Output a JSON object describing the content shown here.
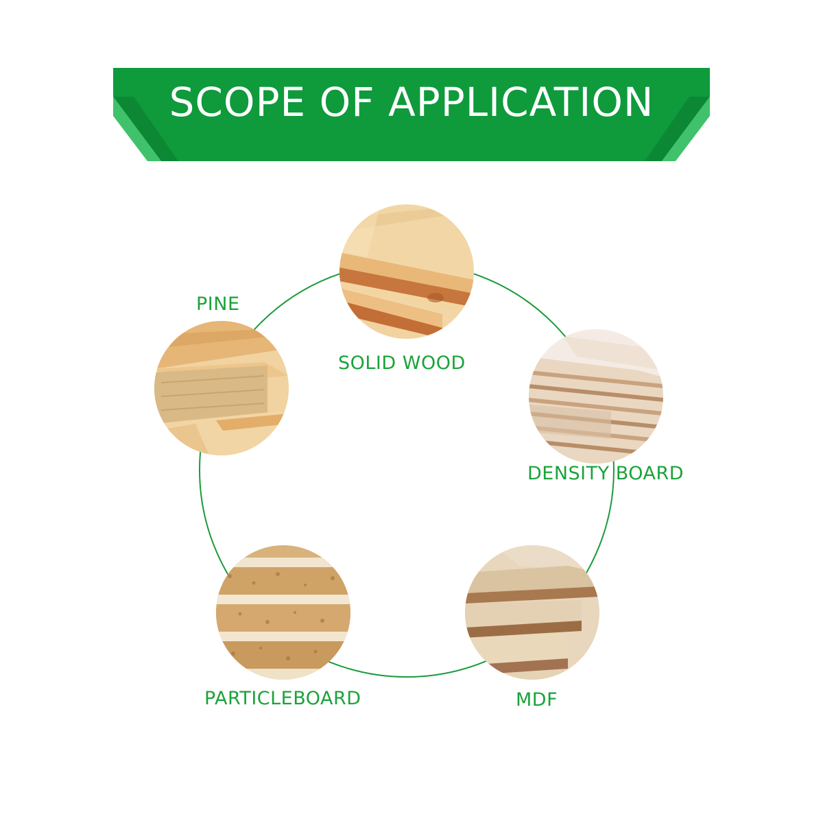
{
  "banner": {
    "title": "SCOPE OF APPLICATION"
  },
  "colors": {
    "banner_green": "#0f9a3c",
    "banner_light_green": "#3fc26b",
    "banner_dark_green": "#0b7a2f",
    "ring_green": "#1a9a3a",
    "label_green": "#1aa33a"
  },
  "materials": [
    {
      "id": "solid-wood",
      "label": "SOLID WOOD",
      "icon": "solid-wood-boards-photo"
    },
    {
      "id": "density-board",
      "label": "DENSITY BOARD",
      "icon": "plywood-density-board-photo"
    },
    {
      "id": "mdf",
      "label": "MDF",
      "icon": "mdf-boards-photo"
    },
    {
      "id": "particleboard",
      "label": "PARTICLEBOARD",
      "icon": "particleboard-photo"
    },
    {
      "id": "pine",
      "label": "PINE",
      "icon": "pine-lumber-photo"
    }
  ]
}
